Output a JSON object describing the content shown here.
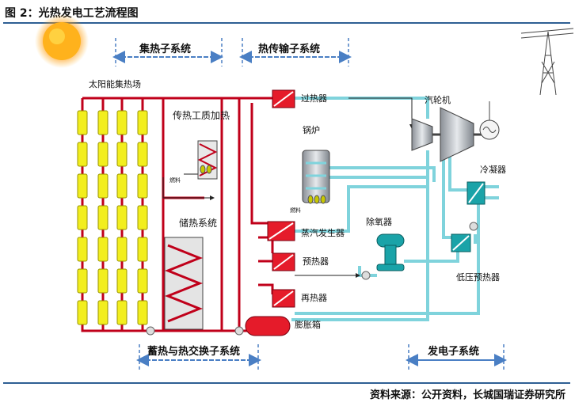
{
  "figure_title": "图 2：光热发电工艺流程图",
  "source_note": "资料来源：公开资料，长城国瑞证券研究所",
  "subsystems": {
    "collector": "集热子系统",
    "transfer": "热传输子系统",
    "storage_exchange": "蓄热与热交换子系统",
    "power": "发电子系统"
  },
  "components": {
    "solar_field": "太阳能集热场",
    "fuel_heater": "传热工质加热",
    "fuel_small": "燃料",
    "storage": "储热系统",
    "superheater": "过热器",
    "boiler": "锅炉",
    "boiler_fuel": "燃料",
    "steam_generator": "蒸汽发生器",
    "preheater": "预热器",
    "reheater": "再热器",
    "expansion_tank": "膨胀箱",
    "deaerator": "除氧器",
    "turbine": "汽轮机",
    "condenser": "冷凝器",
    "lp_preheater": "低压预热器"
  },
  "colors": {
    "hot_pipe": "#c0001a",
    "cold_pipe": "#7fd3dc",
    "collector": "#f2ee1e",
    "section_arrow": "#4a7fc4",
    "rule": "#2e5f93"
  }
}
